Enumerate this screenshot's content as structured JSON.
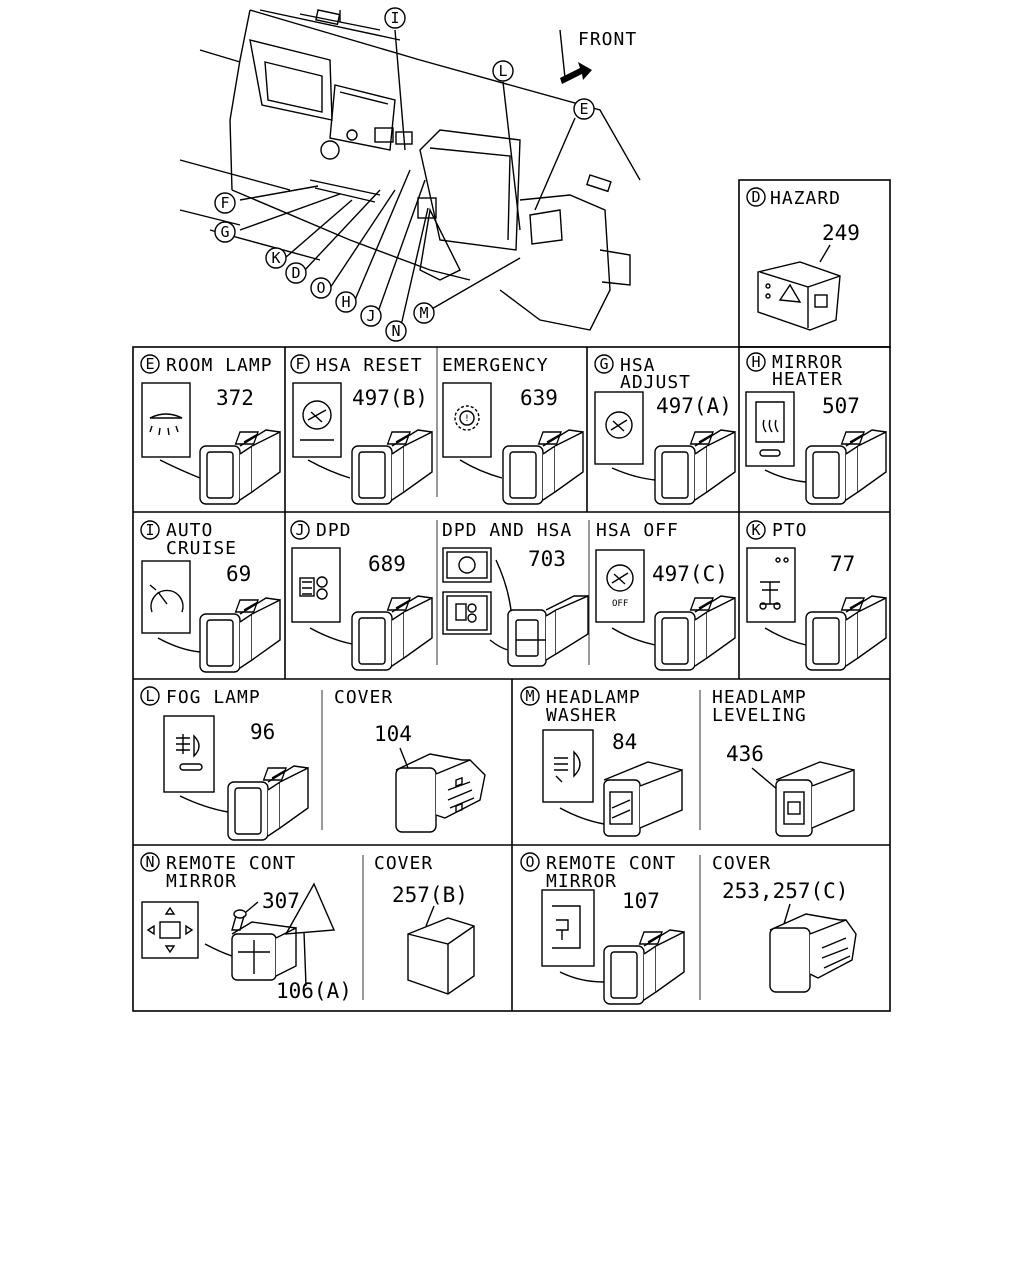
{
  "overview": {
    "direction_label": "FRONT",
    "callouts": [
      "I",
      "L",
      "E",
      "F",
      "G",
      "K",
      "D",
      "O",
      "H",
      "J",
      "N",
      "M"
    ]
  },
  "panels": {
    "D": {
      "letter": "D",
      "title": "HAZARD",
      "part": "249"
    },
    "E": {
      "letter": "E",
      "title": "ROOM LAMP",
      "part": "372"
    },
    "F": {
      "letter": "F",
      "title": "HSA RESET",
      "part": "497(B)"
    },
    "EMG": {
      "title": "EMERGENCY",
      "part": "639"
    },
    "G": {
      "letter": "G",
      "title1": "HSA",
      "title2": "ADJUST",
      "part": "497(A)"
    },
    "H": {
      "letter": "H",
      "title1": "MIRROR",
      "title2": "HEATER",
      "part": "507"
    },
    "I": {
      "letter": "I",
      "title1": "AUTO",
      "title2": "CRUISE",
      "part": "69"
    },
    "J": {
      "letter": "J",
      "title": "DPD",
      "part": "689"
    },
    "DPDHSA": {
      "title": "DPD AND HSA",
      "part": "703"
    },
    "HSAOFF": {
      "title": "HSA OFF",
      "part": "497(C)",
      "icon_text": "OFF"
    },
    "K": {
      "letter": "K",
      "title": "PTO",
      "part": "77"
    },
    "L": {
      "letter": "L",
      "title": "FOG LAMP",
      "part": "96"
    },
    "COVER1": {
      "title": "COVER",
      "part": "104"
    },
    "M": {
      "letter": "M",
      "title1": "HEADLAMP",
      "title2": "WASHER",
      "part": "84"
    },
    "LEVEL": {
      "title1": "HEADLAMP",
      "title2": "LEVELING",
      "part": "436"
    },
    "N": {
      "letter": "N",
      "title1": "REMOTE CONT",
      "title2": "MIRROR",
      "part1": "307",
      "part2": "106(A)"
    },
    "COVER2": {
      "title": "COVER",
      "part": "257(B)"
    },
    "O": {
      "letter": "O",
      "title1": "REMOTE CONT",
      "title2": "MIRROR",
      "part": "107"
    },
    "COVER3": {
      "title": "COVER",
      "part": "253,257(C)"
    }
  },
  "colors": {
    "ink": "#000000",
    "paper": "#ffffff"
  }
}
